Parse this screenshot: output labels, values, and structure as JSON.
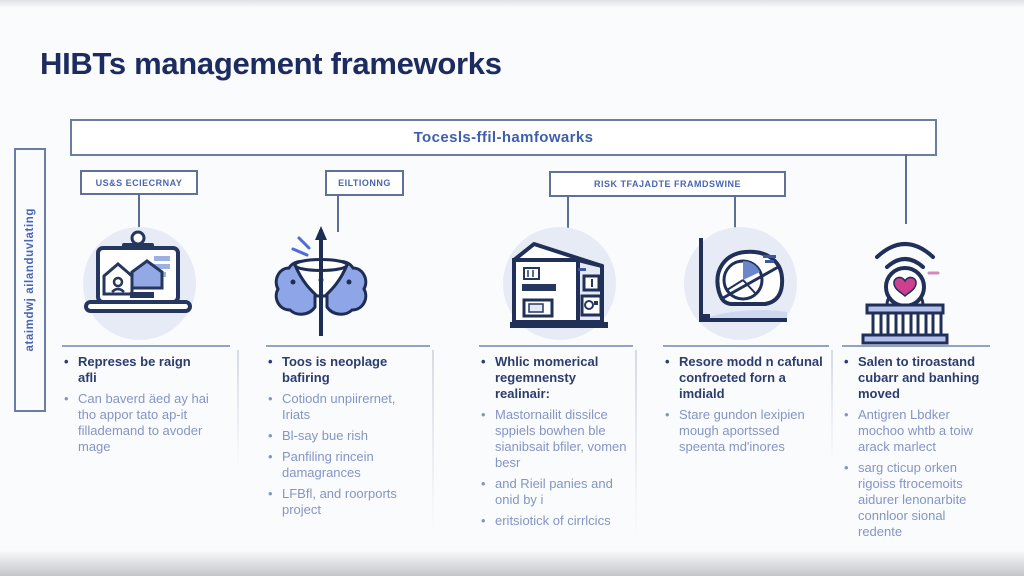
{
  "title": "HIBTs management frameworks",
  "banner": {
    "label": "Tocesls-ffil-hamfowarks"
  },
  "sidebar": {
    "label": "ataimdwj ailanduvlating"
  },
  "group_labels": [
    {
      "label": "US&S ECIECRNAY"
    },
    {
      "label": "EILTIONNG"
    },
    {
      "label": "RISK TFAJADTE FRAMDSWINE"
    }
  ],
  "colors": {
    "title_navy": "#1d2c60",
    "box_border": "#6b7da4",
    "connector": "#5c6e96",
    "label_blue": "#4a66b0",
    "banner_blue": "#3f5fae",
    "bold_text": "#2c3c70",
    "light_text": "#8495c5",
    "icon_stroke": "#223158",
    "icon_fill_blue": "#8ea6e8",
    "circle_bg": "#e7ebf6",
    "heart_pink": "#cf3f8f"
  },
  "columns": [
    {
      "icon": "laptop-house-icon",
      "bullets": [
        {
          "text": "Represes be raign afli",
          "style": "bold"
        },
        {
          "text": "Can baverd äed ay hai tho appor tato ap-it fillademand to avoder mage",
          "style": "regular"
        }
      ]
    },
    {
      "icon": "brain-filter-icon",
      "bullets": [
        {
          "text": "Toos is neoplage bafiring",
          "style": "bold"
        },
        {
          "text": "Cotiodn unpiirernet, Iriats",
          "style": "regular"
        },
        {
          "text": "Bl-say bue rish",
          "style": "regular"
        },
        {
          "text": "Panfiling rincein damagrances",
          "style": "regular"
        },
        {
          "text": "LFBfl, and roorports project",
          "style": "regular"
        }
      ]
    },
    {
      "icon": "factory-building-icon",
      "bullets": [
        {
          "text": "Whlic momerical regemnensty realinair:",
          "style": "bold"
        },
        {
          "text": "Mastornailit dissilce sppiels bowhen ble sianibsait bfiler, vomen besr",
          "style": "regular"
        },
        {
          "text": "and Rieil panies and onid by i",
          "style": "regular"
        },
        {
          "text": "eritsiotick of cirrlcics",
          "style": "regular"
        }
      ]
    },
    {
      "icon": "chart-pie-icon",
      "bullets": [
        {
          "text": "Resore modd n cafunal confroeted forn a imdiald",
          "style": "bold"
        },
        {
          "text": "Stare gundon lexipien mough aportssed speenta md'inores",
          "style": "regular"
        }
      ]
    },
    {
      "icon": "bank-wifi-heart-icon",
      "bullets": [
        {
          "text": "Salen to tiroastand cubarr and banhing moved",
          "style": "bold"
        },
        {
          "text": "Antigren Lbdker mochoo whtb a toiw arack marlect",
          "style": "regular"
        },
        {
          "text": "sarg cticup orken rigoiss ftrocemoits aidurer lenonarbite connloor sional redente",
          "style": "regular"
        }
      ]
    }
  ]
}
